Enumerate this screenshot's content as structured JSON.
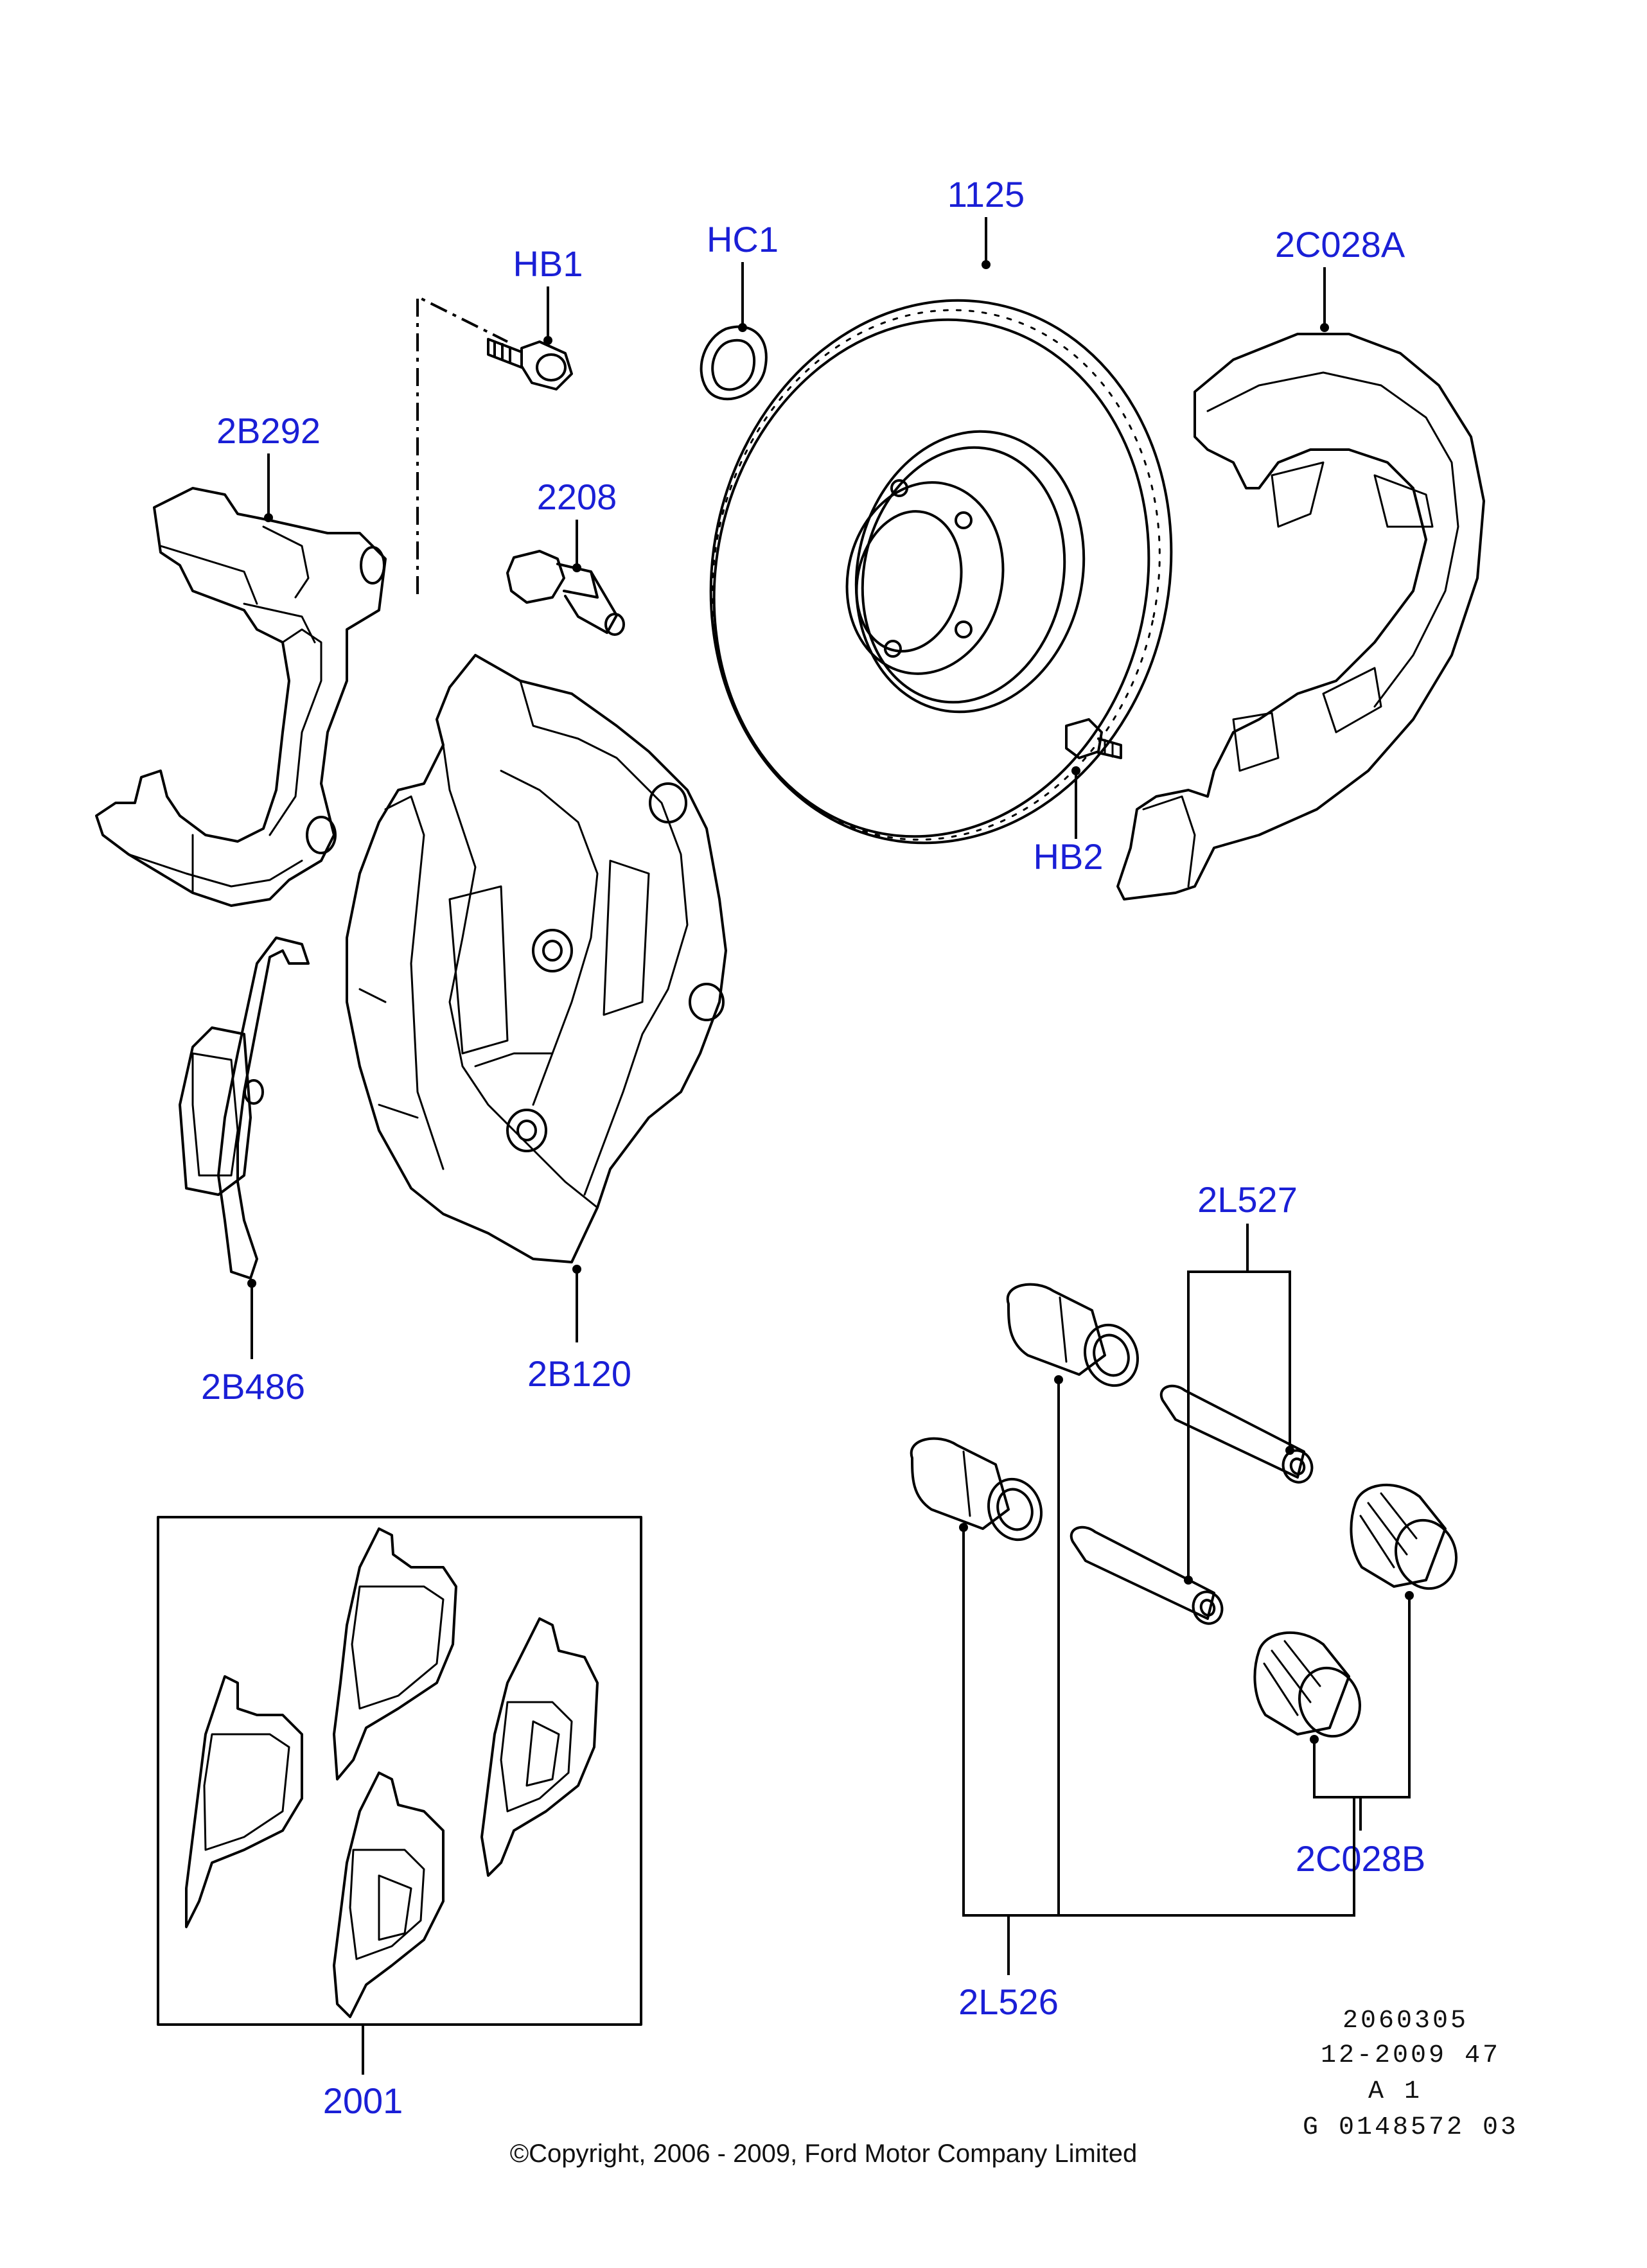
{
  "diagram": {
    "parts": {
      "hb1": "HB1",
      "hc1": "HC1",
      "p1125": "1125",
      "p2c028a": "2C028A",
      "p2b292": "2B292",
      "p2208": "2208",
      "hb2": "HB2",
      "p2l527": "2L527",
      "p2b486": "2B486",
      "p2b120": "2B120",
      "p2c028b": "2C028B",
      "p2l526": "2L526",
      "p2001": "2001"
    },
    "reference": {
      "line1": "2060305",
      "line2": "12-2009 47",
      "line3": "A 1",
      "line4": "G 0148572 03"
    },
    "copyright": "©Copyright, 2006 - 2009, Ford Motor Company Limited",
    "colors": {
      "label": "#1a1fd6",
      "line": "#000000",
      "background": "#ffffff"
    }
  }
}
